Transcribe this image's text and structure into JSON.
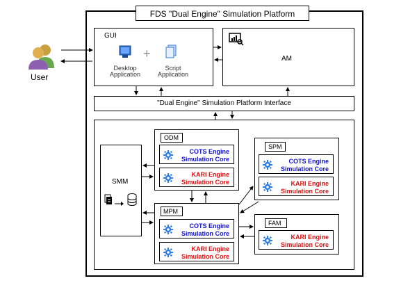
{
  "platform_title": "FDS \"Dual Engine\" Simulation Platform",
  "user_label": "User",
  "gui": {
    "title": "GUI",
    "desktop_label_1": "Desktop",
    "desktop_label_2": "Application",
    "script_label_1": "Script",
    "script_label_2": "Application",
    "plus": "+"
  },
  "am": {
    "title": "AM"
  },
  "interface": {
    "title": "\"Dual Engine\" Simulation Platform Interface"
  },
  "smm": {
    "title": "SMM"
  },
  "odm": {
    "title": "ODM",
    "cores": [
      {
        "line1": "COTS Engine",
        "line2": "Simulation Core",
        "color": "#1010d0"
      },
      {
        "line1": "KARI Engine",
        "line2": "Simulation Core",
        "color": "#e01010"
      }
    ]
  },
  "mpm": {
    "title": "MPM",
    "cores": [
      {
        "line1": "COTS Engine",
        "line2": "Simulation Core",
        "color": "#1010d0"
      },
      {
        "line1": "KARI Engine",
        "line2": "Simulation Core",
        "color": "#e01010"
      }
    ]
  },
  "spm": {
    "title": "SPM",
    "cores": [
      {
        "line1": "COTS Engine",
        "line2": "Simulation Core",
        "color": "#1010d0"
      },
      {
        "line1": "KARI Engine",
        "line2": "Simulation Core",
        "color": "#e01010"
      }
    ]
  },
  "fam": {
    "title": "FAM",
    "cores": [
      {
        "line1": "KARI Engine",
        "line2": "Simulation Core",
        "color": "#e01010"
      }
    ]
  }
}
